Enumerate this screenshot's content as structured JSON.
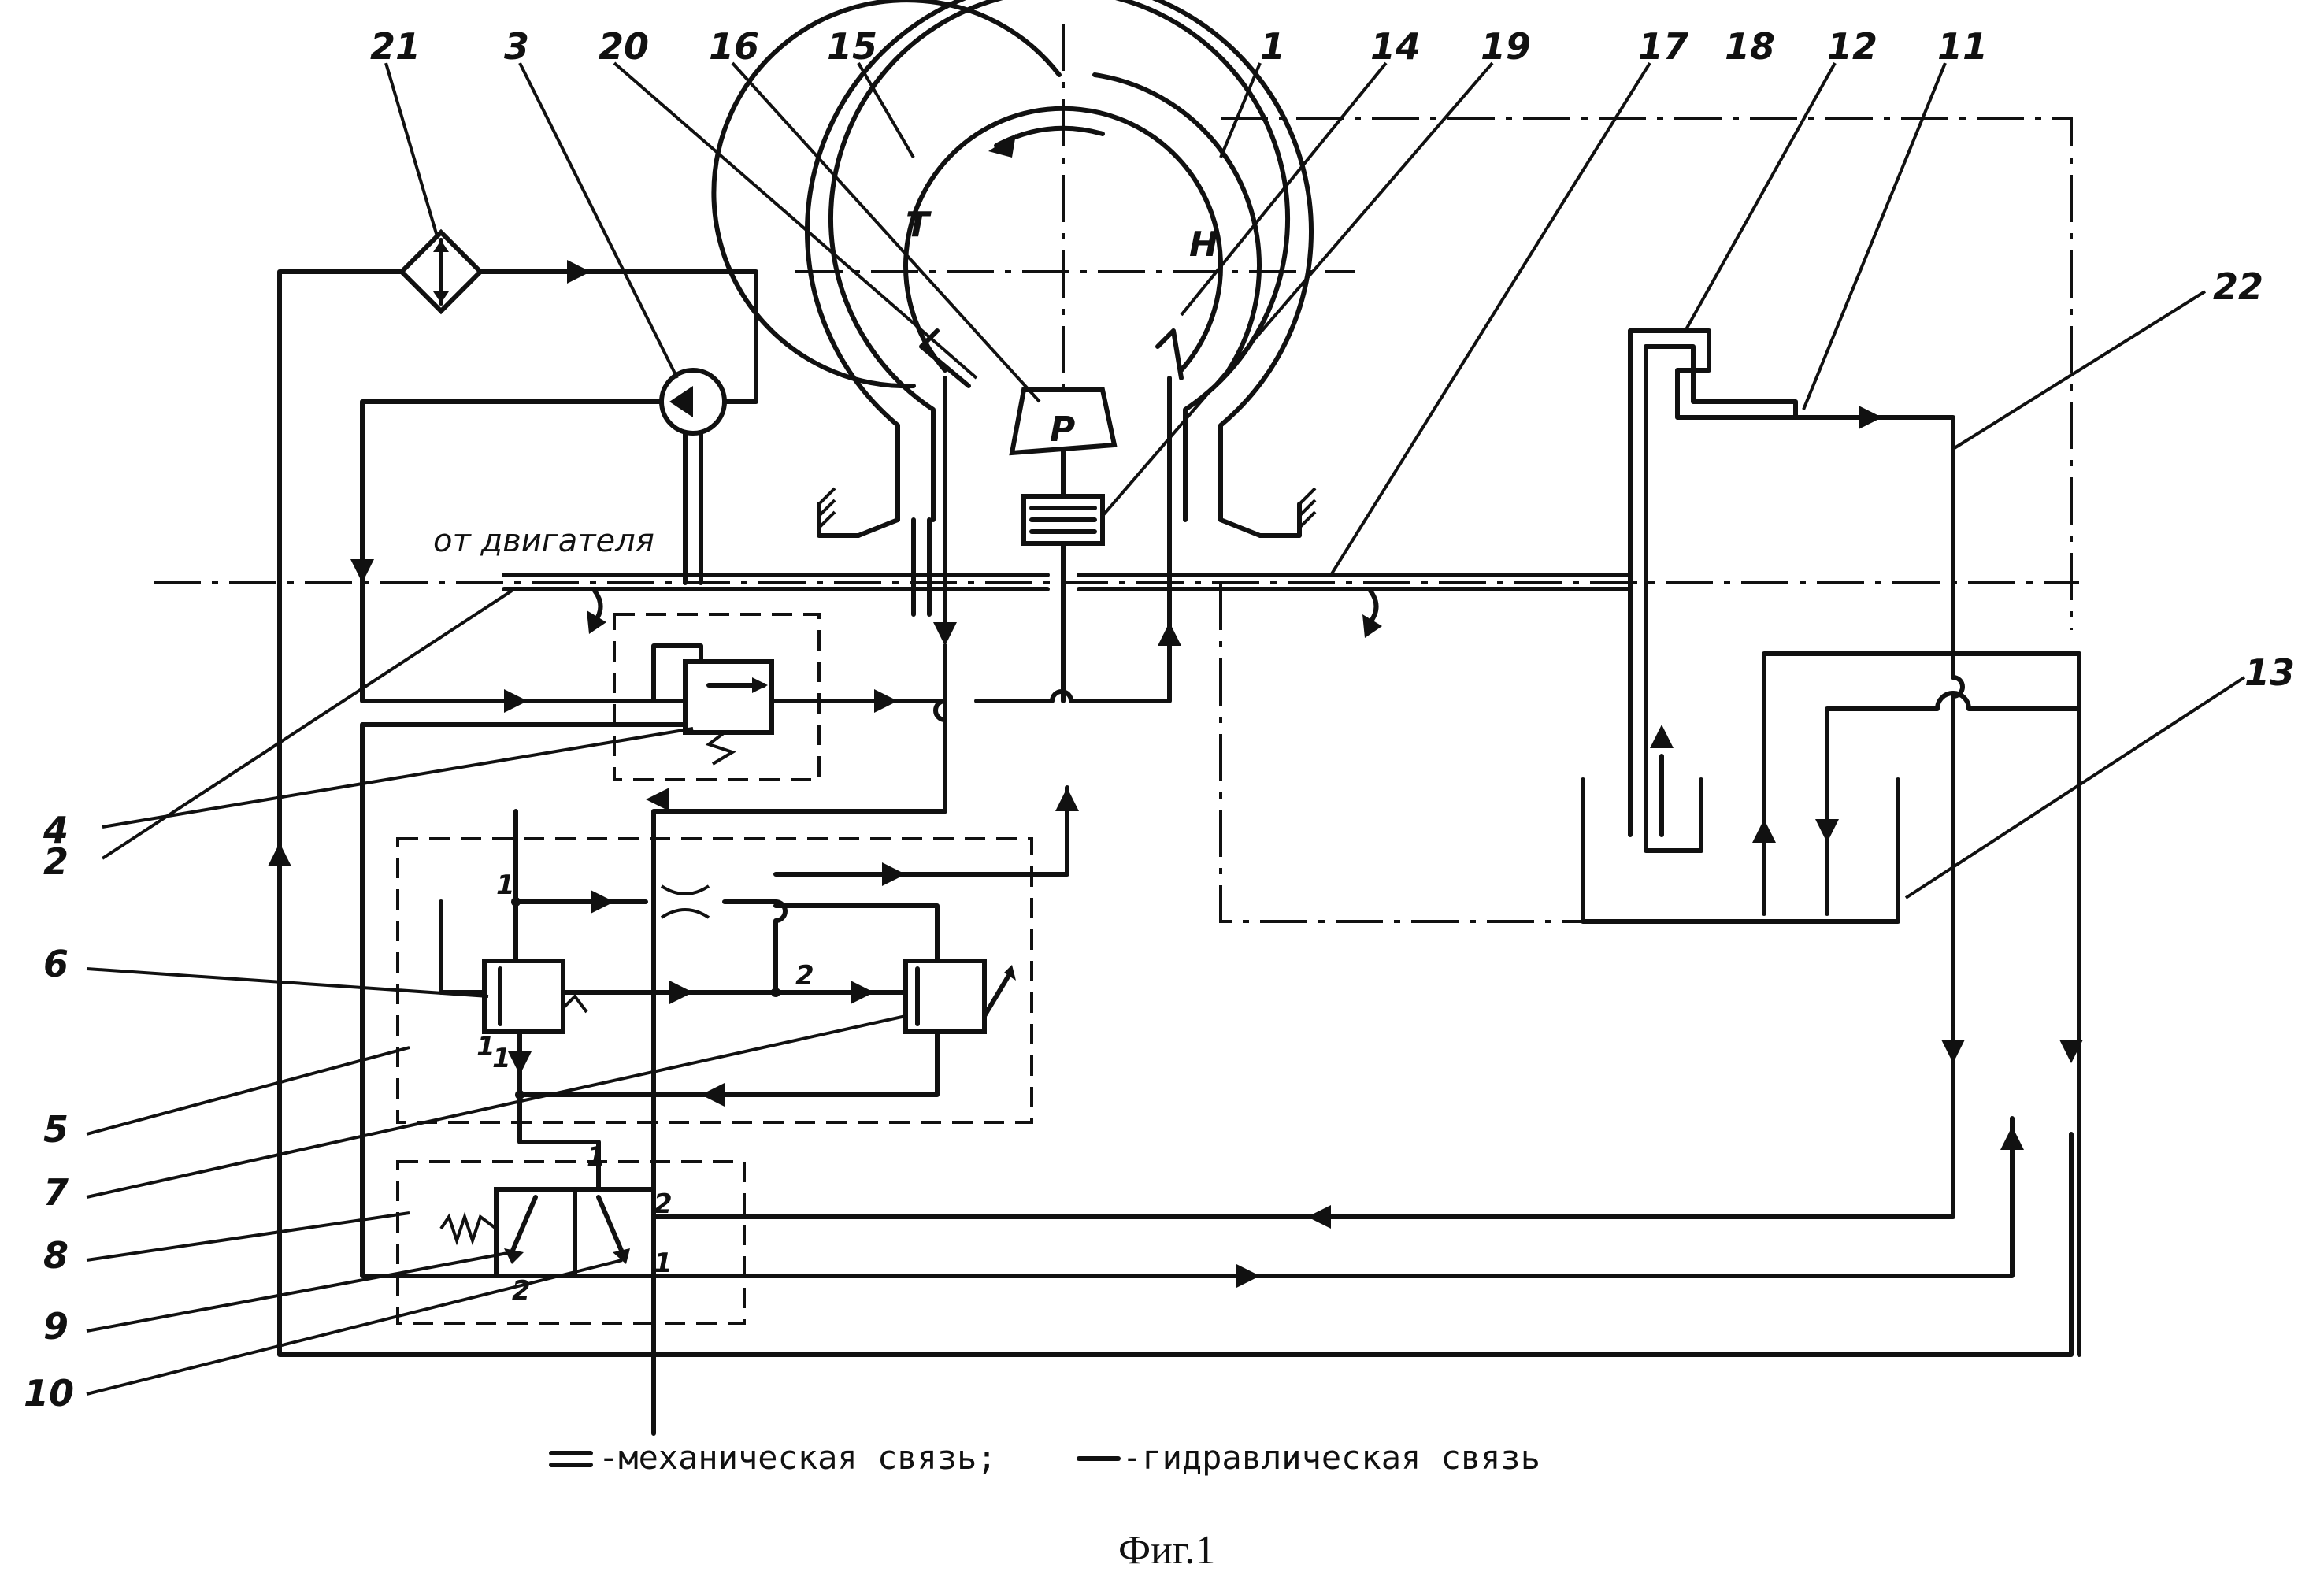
{
  "diagram": {
    "part_numbers": [
      "1",
      "2",
      "3",
      "4",
      "5",
      "6",
      "7",
      "8",
      "9",
      "10",
      "11",
      "12",
      "13",
      "14",
      "15",
      "16",
      "17",
      "18",
      "19",
      "20",
      "21",
      "22"
    ],
    "letters": {
      "turbine": "Т",
      "pump": "Н",
      "reactor": "Р"
    },
    "port_labels": [
      "1",
      "2",
      "1",
      "1",
      "2",
      "1",
      "2",
      "1"
    ],
    "engine_note": "от двигателя",
    "legend_mech_symbol": "==",
    "legend_mech": "-механическая связь;",
    "legend_hyd_symbol": "—",
    "legend_hyd": "-гидравлическая связь",
    "caption": "Фиг.1"
  }
}
